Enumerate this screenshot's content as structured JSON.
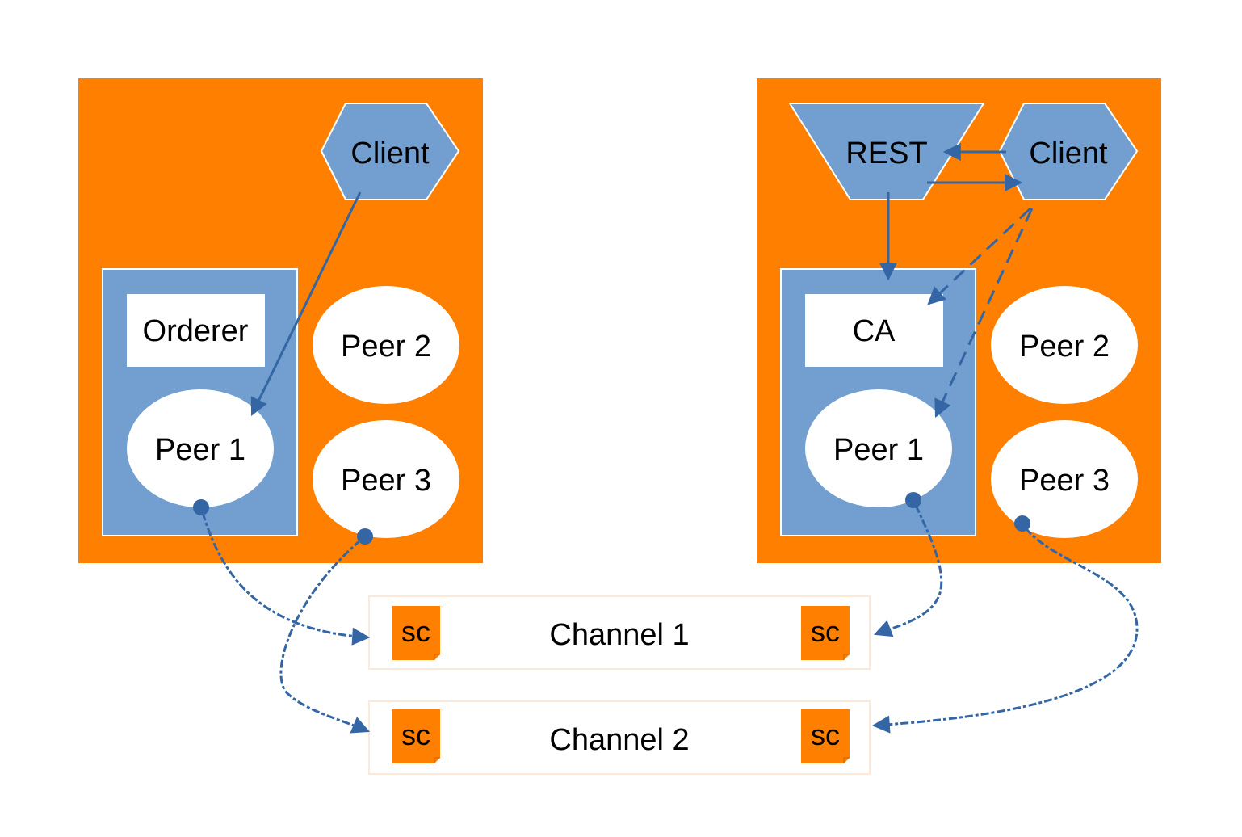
{
  "colors": {
    "org_fill": "#ff8000",
    "shape_blue": "#729fcf",
    "edge_blue": "#3465a4",
    "white": "#ffffff",
    "channel_border": "#fde9d9"
  },
  "org1": {
    "client": "Client",
    "orderer": "Orderer",
    "peer1": "Peer 1",
    "peer2": "Peer 2",
    "peer3": "Peer 3"
  },
  "org2": {
    "rest": "REST",
    "client": "Client",
    "ca": "CA",
    "peer1": "Peer 1",
    "peer2": "Peer 2",
    "peer3": "Peer 3"
  },
  "channels": [
    {
      "label": "Channel 1",
      "sc_left": "sc",
      "sc_right": "sc"
    },
    {
      "label": "Channel 2",
      "sc_left": "sc",
      "sc_right": "sc"
    }
  ]
}
